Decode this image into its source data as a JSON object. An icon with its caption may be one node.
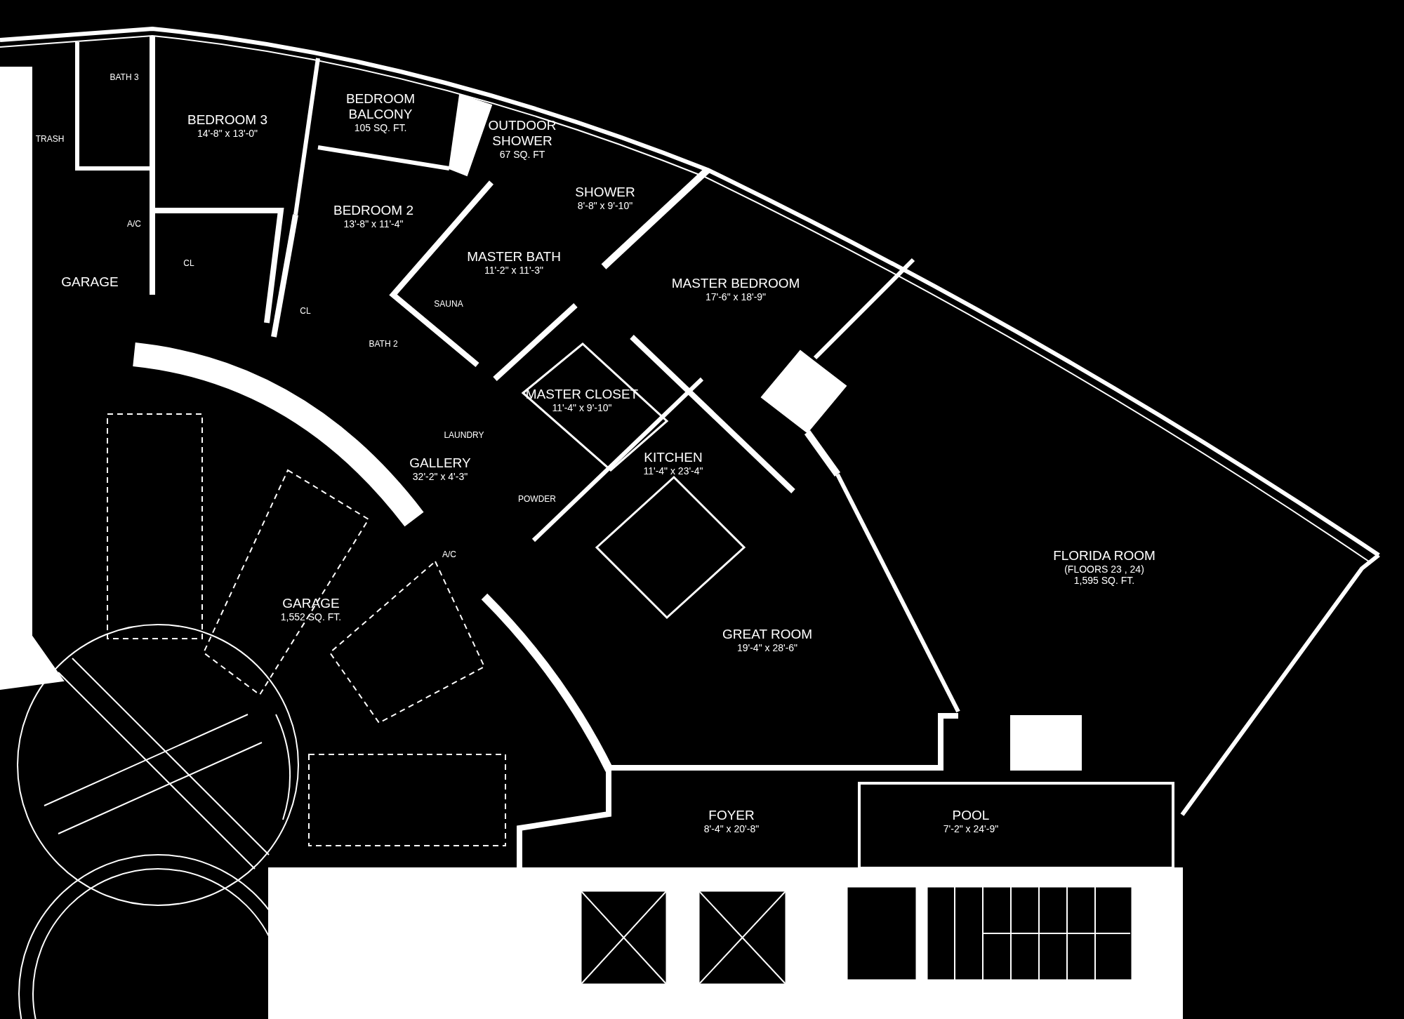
{
  "diagram": {
    "nodes": [
      {
        "text": [
          "BATH 3"
        ]
      },
      {
        "text": [
          "TRASH"
        ]
      },
      {
        "text": [
          "BEDROOM 3",
          "14'-8\" x 13'-0\""
        ]
      },
      {
        "text": [
          "BEDROOM BALCONY",
          "105 SQ. FT."
        ]
      },
      {
        "text": [
          "OUTDOOR SHOWER",
          "67 SQ. FT"
        ]
      },
      {
        "text": [
          "SHOWER",
          "8'-8\" x 9'-10\""
        ]
      },
      {
        "text": [
          "BEDROOM 2",
          "13'-8\" x 11'-4\""
        ]
      },
      {
        "text": [
          "A/C"
        ]
      },
      {
        "text": [
          "CL"
        ]
      },
      {
        "text": [
          "GARAGE"
        ]
      },
      {
        "text": [
          "CL"
        ]
      },
      {
        "text": [
          "MASTER BATH",
          "11'-2\" x 11'-3\""
        ]
      },
      {
        "text": [
          "SAUNA"
        ]
      },
      {
        "text": [
          "BATH 2"
        ]
      },
      {
        "text": [
          "MASTER BEDROOM",
          "17'-6\" x 18'-9\""
        ]
      },
      {
        "text": [
          "MASTER CLOSET",
          "11'-4\" x 9'-10\""
        ]
      },
      {
        "text": [
          "LAUNDRY"
        ]
      },
      {
        "text": [
          "GALLERY",
          "32'-2\" x 4'-3\""
        ]
      },
      {
        "text": [
          "KITCHEN",
          "11'-4\" x 23'-4\""
        ]
      },
      {
        "text": [
          "POWDER"
        ]
      },
      {
        "text": [
          "A/C"
        ]
      },
      {
        "text": [
          "FLORIDA ROOM",
          "(FLOORS 23 , 24)",
          "1,595 SQ. FT."
        ]
      },
      {
        "text": [
          "GARAGE",
          "1,552 SQ. FT."
        ]
      },
      {
        "text": [
          "GREAT ROOM",
          "19'-4\" x 28'-6\""
        ]
      },
      {
        "text": [],
        "shape": "circle"
      },
      {
        "text": [
          "FOYER",
          "8'-4\" x 20'-8\""
        ]
      },
      {
        "text": [
          "POOL",
          "7'-2\" x 24'-9\""
        ]
      }
    ]
  }
}
